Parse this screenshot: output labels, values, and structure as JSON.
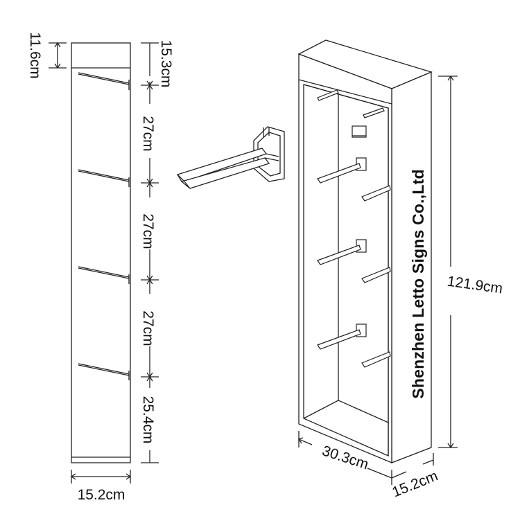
{
  "side_view": {
    "top_cap": "11.6cm",
    "first_gap": "15.3cm",
    "gap_2": "27cm",
    "gap_3": "27cm",
    "gap_4": "27cm",
    "last_gap": "25.4cm",
    "depth": "15.2cm"
  },
  "front_view": {
    "height": "121.9cm",
    "width": "30.3cm",
    "depth": "15.2cm",
    "brand": "Shenzhen Letto Signs Co.,Ltd"
  },
  "colors": {
    "line": "#222222",
    "panel": "#ffffff"
  }
}
